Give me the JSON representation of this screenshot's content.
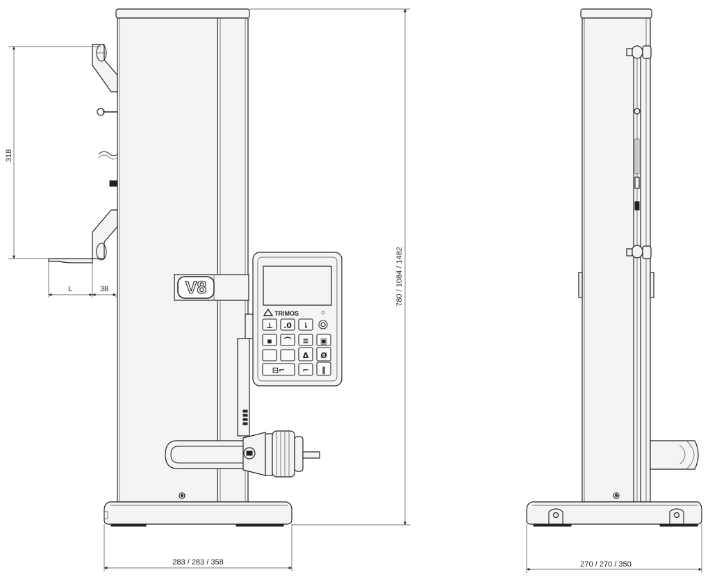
{
  "drawing": {
    "front_view": {
      "model_badge": "V8",
      "brand_name": "TRIMOS",
      "dimensions": {
        "stroke": "318",
        "length": "L",
        "offset": "38",
        "height": "780 / 1084 / 1482",
        "base_width": "283 / 283 / 358"
      }
    },
    "side_view": {
      "dimensions": {
        "base_width": "270 / 270 / 350"
      }
    }
  }
}
